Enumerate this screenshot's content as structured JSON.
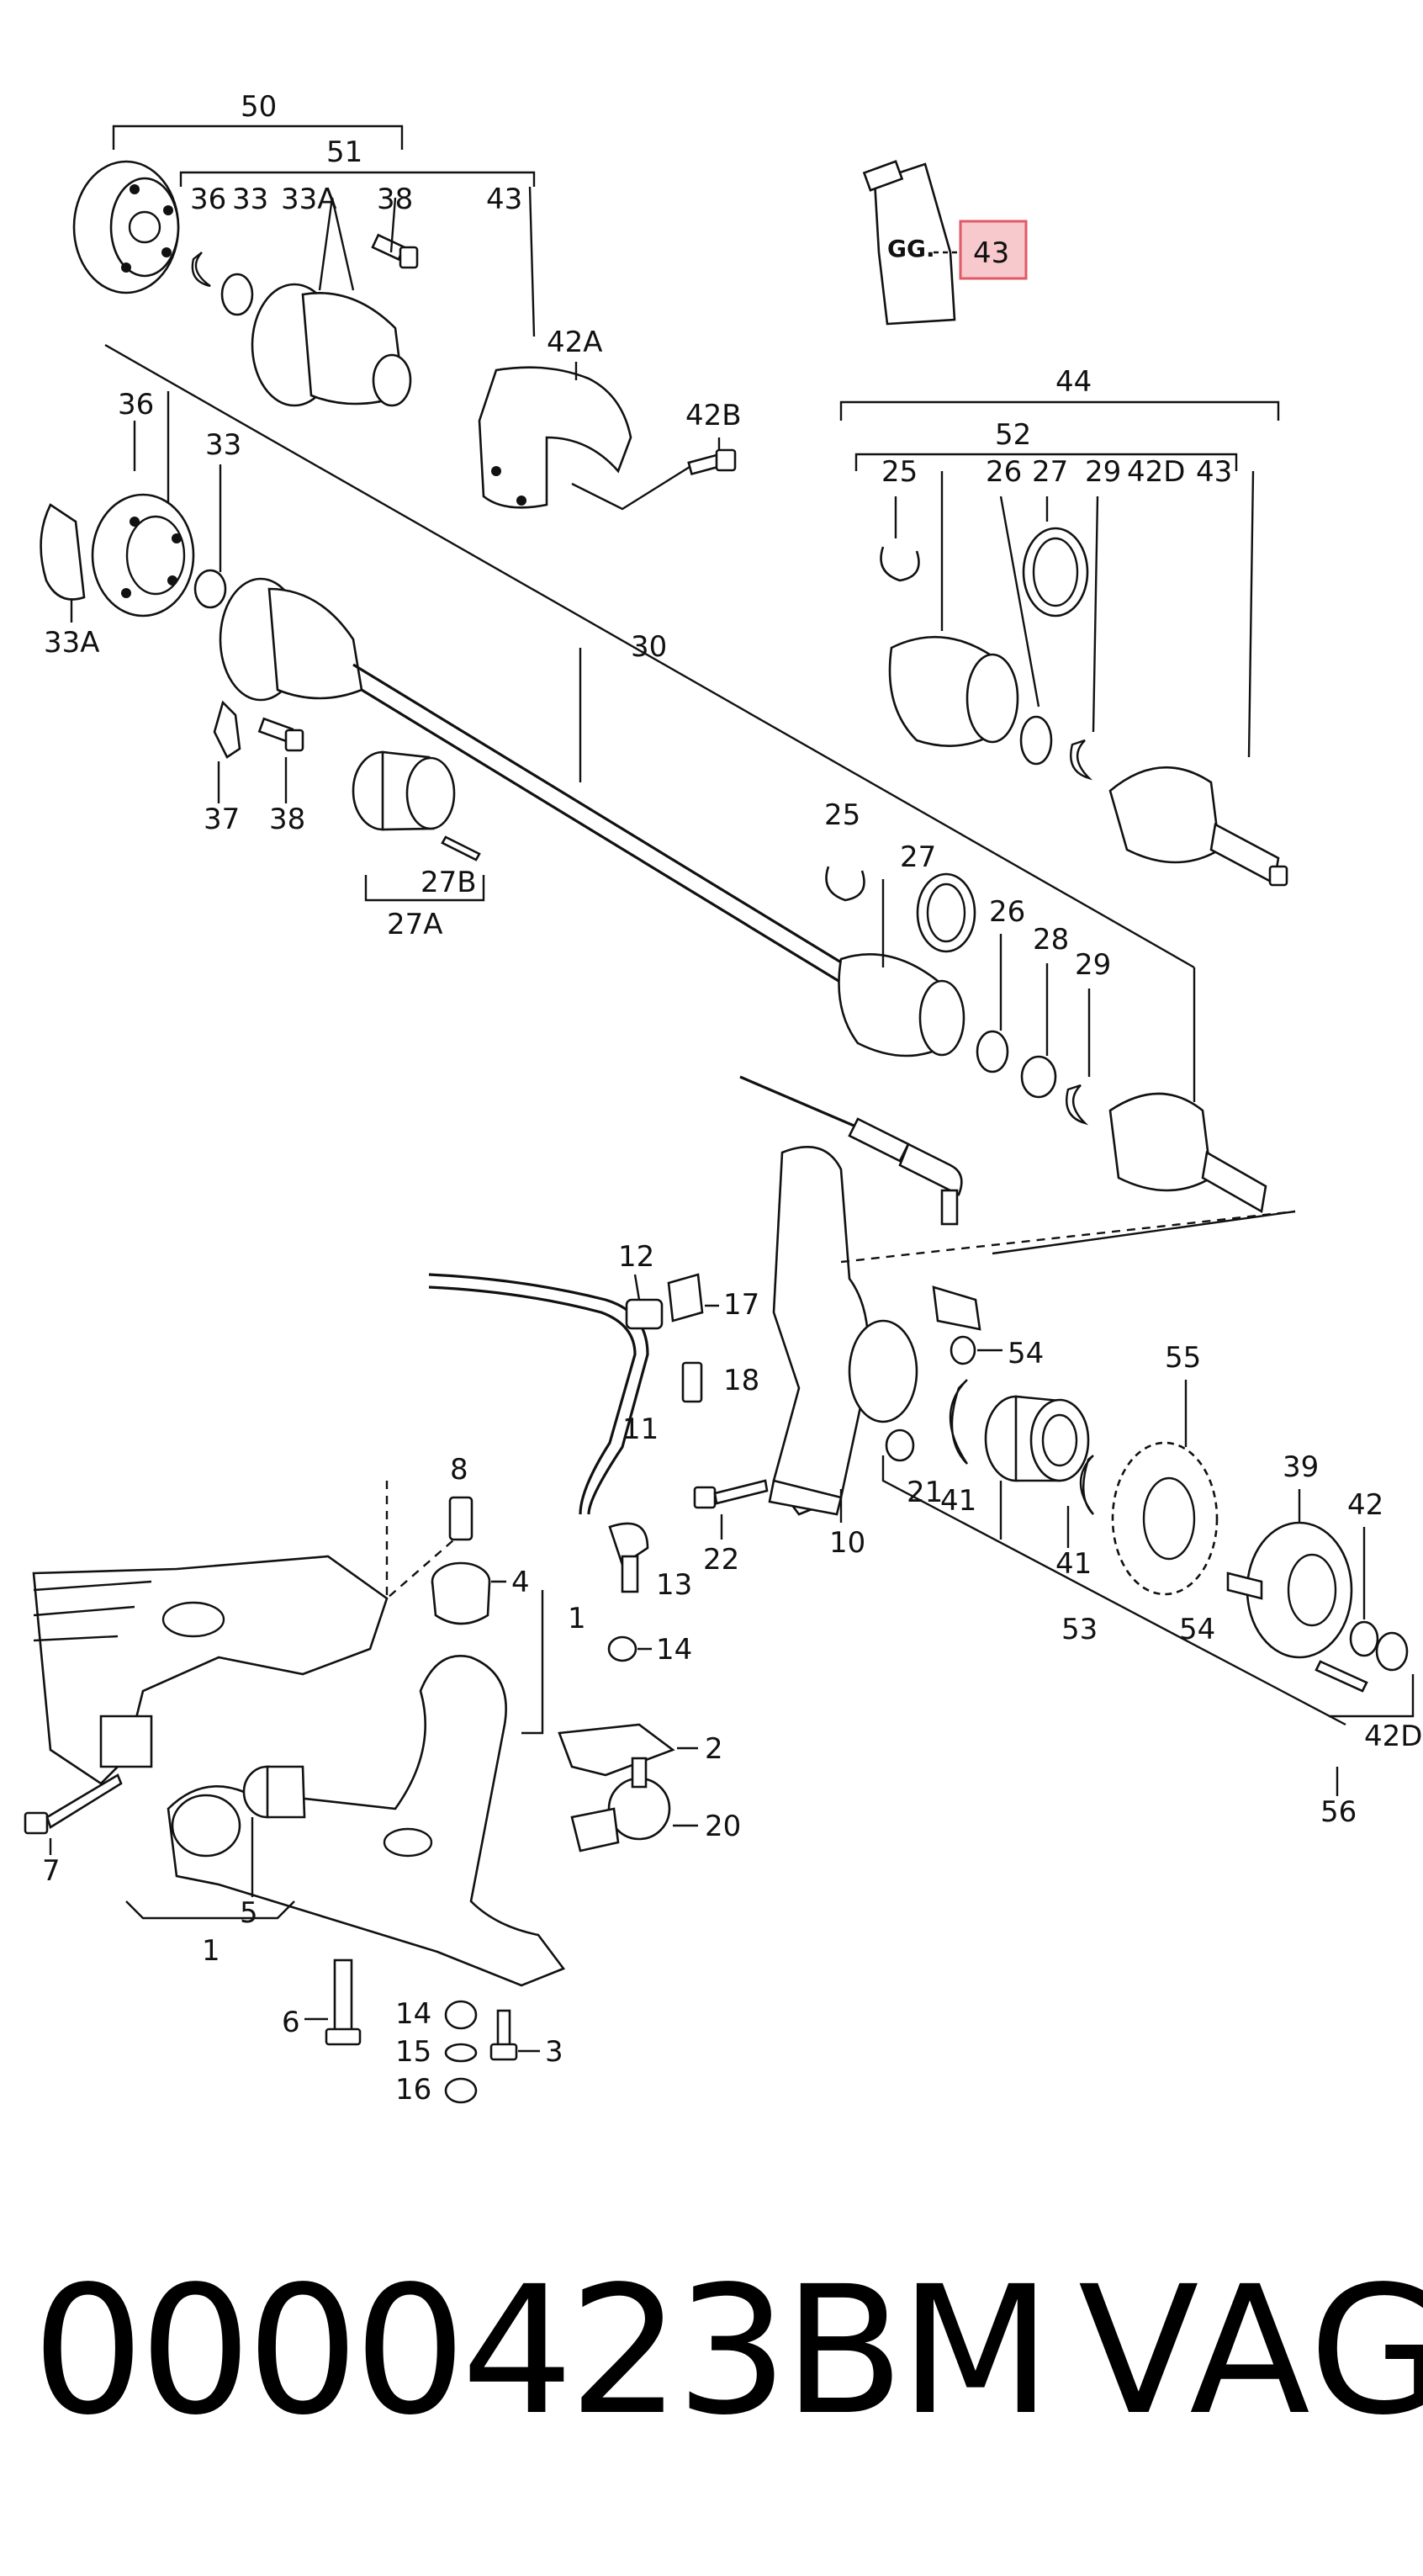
{
  "callouts": {
    "c50": "50",
    "c51": "51",
    "c36a": "36",
    "c33a": "33",
    "c33A_a": "33A",
    "c38a": "38",
    "c43a": "43",
    "c43box": "43",
    "c42A": "42A",
    "c42B": "42B",
    "c44": "44",
    "c52": "52",
    "c25a": "25",
    "c26a": "26",
    "c27a": "27",
    "c29a": "29",
    "c42Da": "42D",
    "c43b": "43",
    "c36b": "36",
    "c33b": "33",
    "c33A_b": "33A",
    "c30": "30",
    "c37": "37",
    "c38b": "38",
    "c27B": "27B",
    "c27A": "27A",
    "c25b": "25",
    "c27b": "27",
    "c26b": "26",
    "c28": "28",
    "c29b": "29",
    "c12": "12",
    "c17": "17",
    "c18": "18",
    "c11": "11",
    "c54a": "54",
    "c55": "55",
    "c8": "8",
    "c4": "4",
    "c13": "13",
    "c22": "22",
    "c10": "10",
    "c21": "21",
    "c41a": "41",
    "c41b": "41",
    "c39": "39",
    "c42": "42",
    "c53": "53",
    "c54b": "54",
    "c42Db": "42D",
    "c56": "56",
    "c1a": "1",
    "c14a": "14",
    "c2": "2",
    "c20": "20",
    "c7": "7",
    "c5": "5",
    "c1b": "1",
    "c6": "6",
    "c14b": "14",
    "c3": "3",
    "c15": "15",
    "c16": "16"
  },
  "tube_label": "GG.",
  "part_number": "0000423BM",
  "brand": "VAG",
  "highlight_color": "#e05a66"
}
